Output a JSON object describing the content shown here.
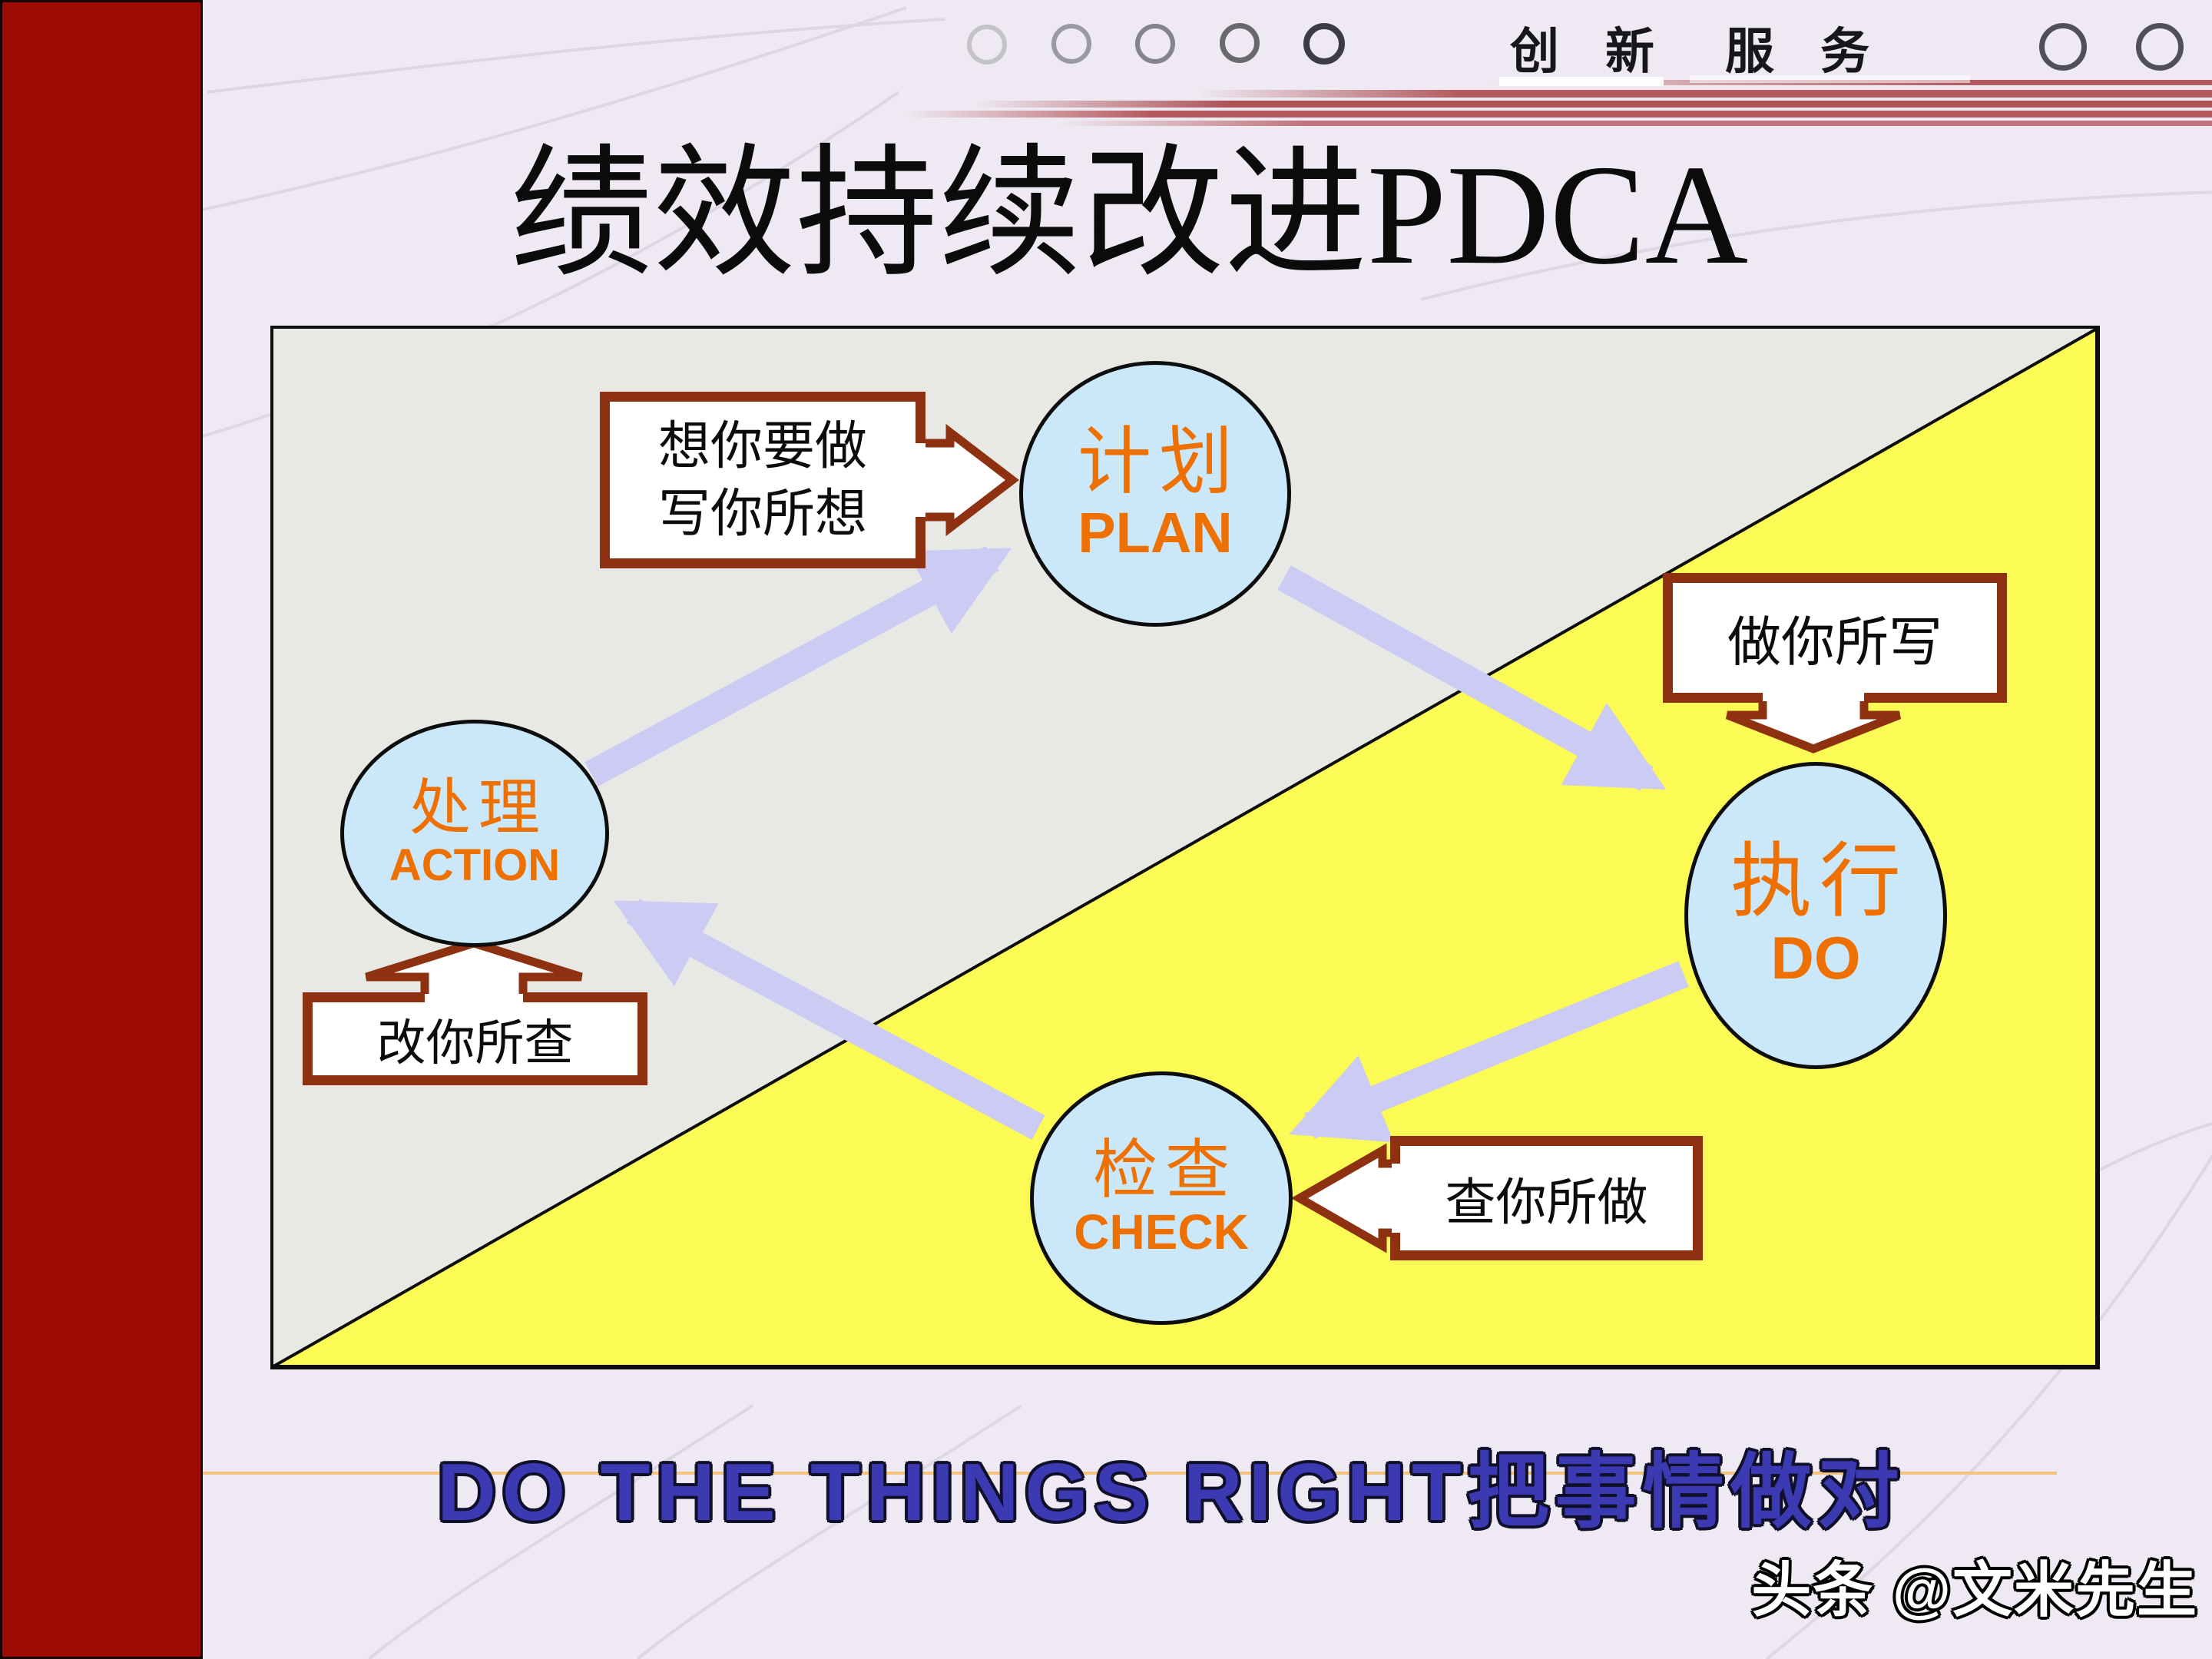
{
  "page": {
    "background_color": "#eee9f2",
    "sidebar_color": "#9c0b04",
    "stripe_color": "#b25b60"
  },
  "header": {
    "motto_left": "创 新",
    "motto_right": "服 务",
    "left_circle_count": 5,
    "right_circle_count": 2
  },
  "title": "绩效持续改进PDCA",
  "diagram": {
    "colors": {
      "gray_panel": "#e8e8e5",
      "yellow_triangle": "#fcfa55",
      "node_fill": "#cbe8fa",
      "node_text": "#ee7000",
      "callout_border": "#8e3110",
      "cycle_arrow": "#cbcbf3"
    },
    "nodes": [
      {
        "id": "plan",
        "zh": "计划",
        "en": "PLAN"
      },
      {
        "id": "do",
        "zh": "执行",
        "en": "DO"
      },
      {
        "id": "check",
        "zh": "检查",
        "en": "CHECK"
      },
      {
        "id": "action",
        "zh": "处理",
        "en": "ACTION"
      }
    ],
    "callouts": [
      {
        "id": "plan-callout",
        "line1": "想你要做",
        "line2": "写你所想"
      },
      {
        "id": "do-callout",
        "line1": "做你所写"
      },
      {
        "id": "check-callout",
        "line1": "查你所做"
      },
      {
        "id": "action-callout",
        "line1": "改你所查"
      }
    ]
  },
  "footer": {
    "slogan": "DO THE THINGS RIGHT把事情做对",
    "watermark": "头条 @文米先生"
  }
}
